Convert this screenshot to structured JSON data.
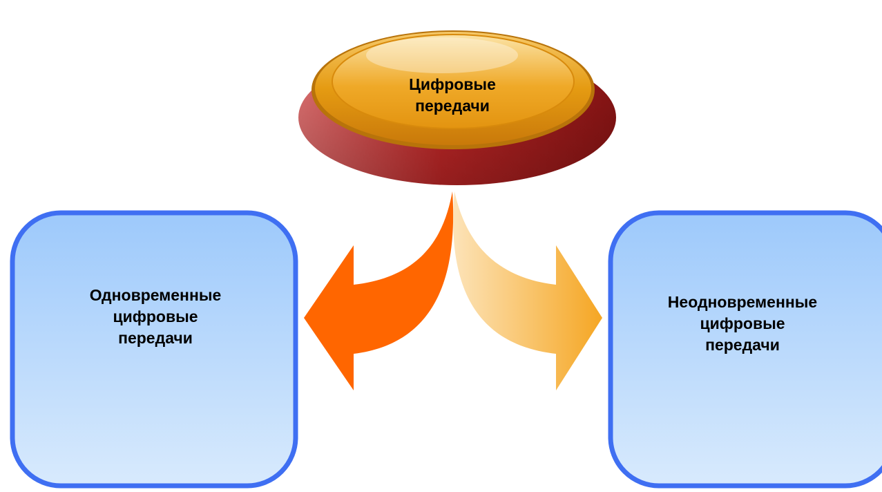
{
  "diagram": {
    "root": {
      "label": "Цифровые\nпередачи"
    },
    "children": [
      {
        "id": "left",
        "label": "Одновременные\nцифровые\nпередачи"
      },
      {
        "id": "right",
        "label": "Неодновременные\nцифровые\nпередачи"
      }
    ]
  },
  "colors": {
    "root_top": "#F2A81C",
    "root_base": "#C0282B",
    "box_border": "#3F6FF2",
    "box_fill_top": "#9DC9FB",
    "box_fill_bottom": "#D8EAFD",
    "arrow_left": "#FF6600",
    "arrow_right": "#F7B43B"
  }
}
